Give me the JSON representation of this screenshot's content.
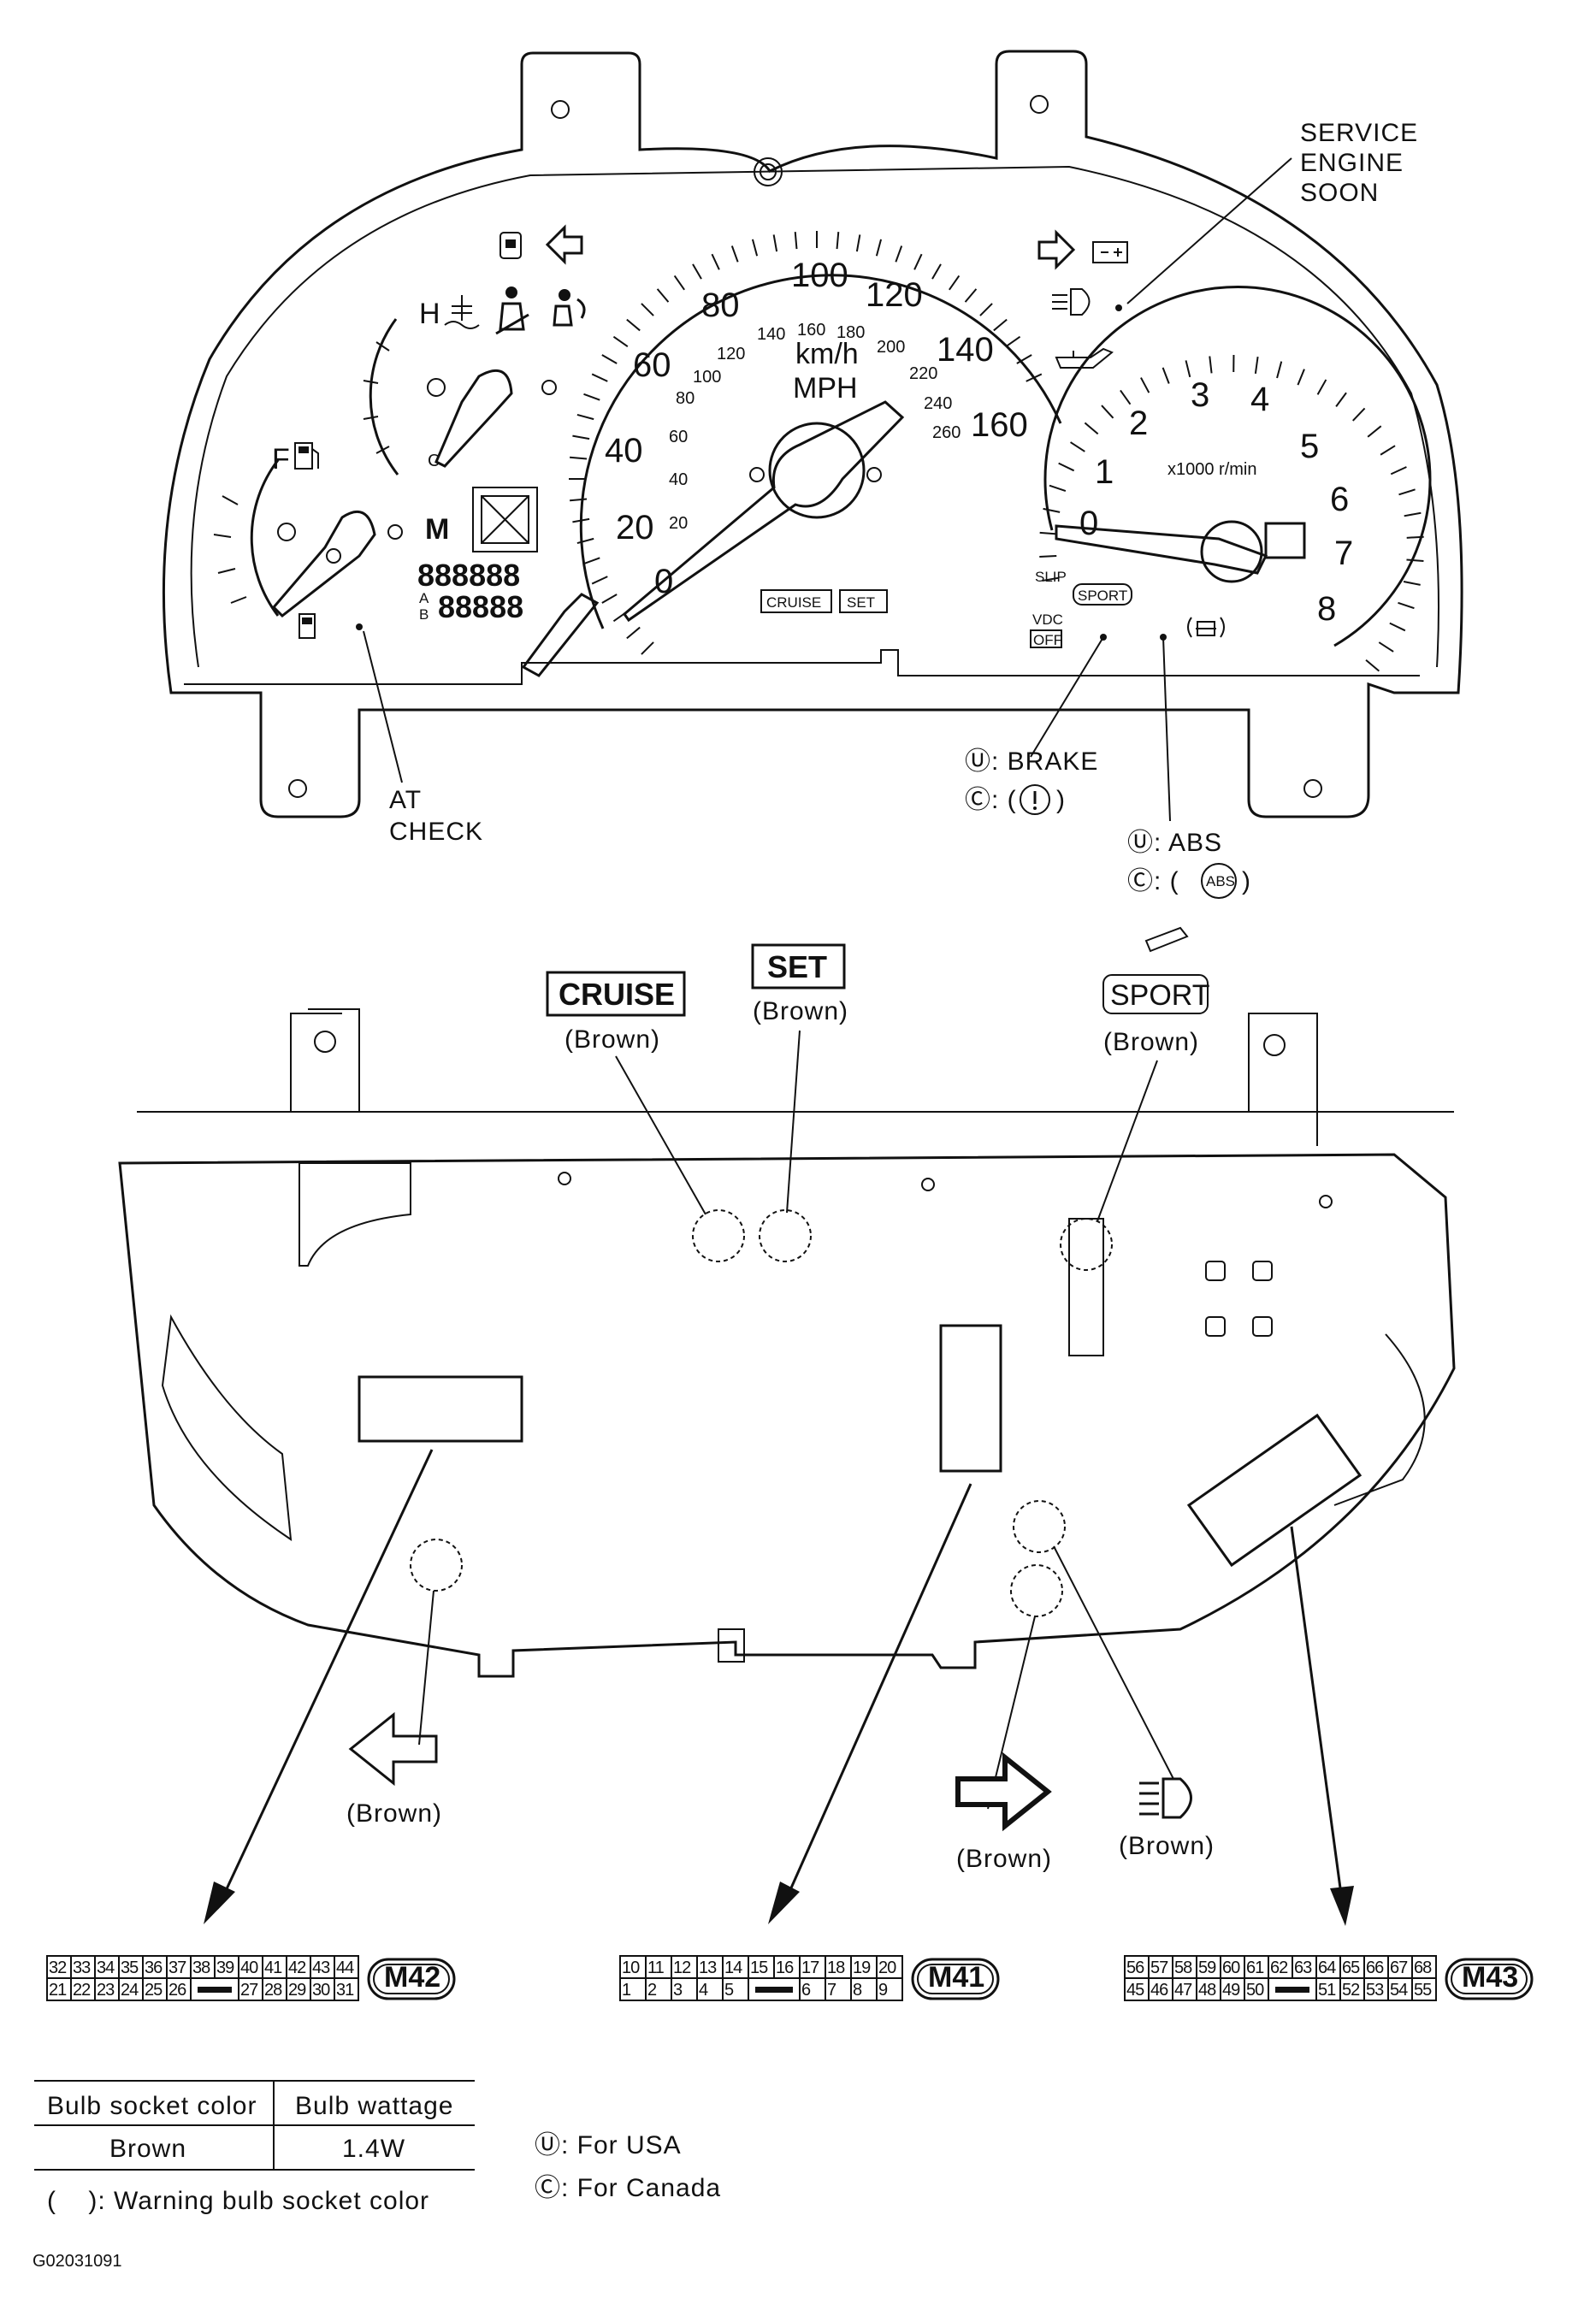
{
  "instrument_cluster_front": {
    "speedometer": {
      "mph_ticks": [
        "0",
        "20",
        "40",
        "60",
        "80",
        "100",
        "120",
        "140",
        "160"
      ],
      "kmh_ticks": [
        "20",
        "40",
        "60",
        "80",
        "100",
        "120",
        "140",
        "160",
        "180",
        "200",
        "220",
        "240",
        "260"
      ],
      "unit_kmh": "km/h",
      "unit_mph": "MPH"
    },
    "tachometer": {
      "ticks": [
        "0",
        "1",
        "2",
        "3",
        "4",
        "5",
        "6",
        "7",
        "8"
      ],
      "unit": "x1000 r/min"
    },
    "temp_gauge_label": "H",
    "temp_gauge_low_label": "C",
    "fuel_gauge_label": "F",
    "odometer_mode_label": "M",
    "odometer_digits": "888888",
    "trip_digits": "88888",
    "trip_ab": [
      "A",
      "B"
    ],
    "indicator_labels": {
      "cruise": "CRUISE",
      "set": "SET",
      "slip": "SLIP",
      "sport": "SPORT",
      "vdc": "VDC",
      "vdc_off": "OFF"
    },
    "callouts": {
      "service_engine_soon": [
        "SERVICE",
        "ENGINE",
        "SOON"
      ],
      "at_check": [
        "AT",
        "CHECK"
      ],
      "brake": {
        "usa": "Ⓤ: BRAKE",
        "canada_prefix": "Ⓒ: (",
        "canada_suffix": ")"
      },
      "abs": {
        "usa": "Ⓤ: ABS",
        "canada_prefix": "Ⓒ: (",
        "canada_icon": "ABS",
        "canada_suffix": ")"
      }
    }
  },
  "instrument_cluster_rear": {
    "bulb_labels": [
      {
        "symbol": "CRUISE",
        "color": "(Brown)"
      },
      {
        "symbol": "SET",
        "color": "(Brown)"
      },
      {
        "symbol": "SPORT",
        "color": "(Brown)"
      },
      {
        "symbol": "turn-left-arrow",
        "color": "(Brown)"
      },
      {
        "symbol": "turn-right-arrow",
        "color": "(Brown)"
      },
      {
        "symbol": "high-beam",
        "color": "(Brown)"
      }
    ]
  },
  "connectors": [
    {
      "id": "M42",
      "top_row": [
        "32",
        "33",
        "34",
        "35",
        "36",
        "37",
        "38",
        "39",
        "40",
        "41",
        "42",
        "43",
        "44"
      ],
      "bottom_row_left": [
        "21",
        "22",
        "23",
        "24",
        "25",
        "26"
      ],
      "bottom_row_right": [
        "27",
        "28",
        "29",
        "30",
        "31"
      ]
    },
    {
      "id": "M41",
      "top_row": [
        "10",
        "11",
        "12",
        "13",
        "14",
        "15",
        "16",
        "17",
        "18",
        "19",
        "20"
      ],
      "bottom_row_left": [
        "1",
        "2",
        "3",
        "4",
        "5"
      ],
      "bottom_row_right": [
        "6",
        "7",
        "8",
        "9"
      ]
    },
    {
      "id": "M43",
      "top_row": [
        "56",
        "57",
        "58",
        "59",
        "60",
        "61",
        "62",
        "63",
        "64",
        "65",
        "66",
        "67",
        "68"
      ],
      "bottom_row_left": [
        "45",
        "46",
        "47",
        "48",
        "49",
        "50"
      ],
      "bottom_row_right": [
        "51",
        "52",
        "53",
        "54",
        "55"
      ]
    }
  ],
  "bulb_table": {
    "headers": [
      "Bulb socket color",
      "Bulb wattage"
    ],
    "rows": [
      [
        "Brown",
        "1.4W"
      ]
    ],
    "note": "(    ): Warning bulb socket color"
  },
  "legend": {
    "usa": "Ⓤ: For USA",
    "canada": "Ⓒ: For Canada"
  },
  "figure_id": "G02031091"
}
